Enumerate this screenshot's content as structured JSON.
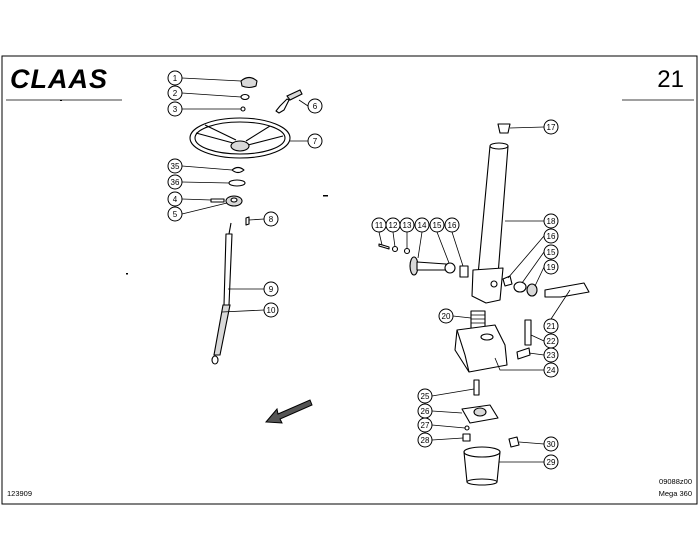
{
  "header": {
    "logo_text": "CLAAS",
    "page_number": "21"
  },
  "footer": {
    "left_code": "123909",
    "right_code": "09088z00",
    "model": "Mega 360"
  },
  "callouts": [
    {
      "num": "1"
    },
    {
      "num": "2"
    },
    {
      "num": "3"
    },
    {
      "num": "6"
    },
    {
      "num": "7"
    },
    {
      "num": "35"
    },
    {
      "num": "36"
    },
    {
      "num": "4"
    },
    {
      "num": "5"
    },
    {
      "num": "8"
    },
    {
      "num": "9"
    },
    {
      "num": "10"
    },
    {
      "num": "17"
    },
    {
      "num": "18"
    },
    {
      "num": "11"
    },
    {
      "num": "12"
    },
    {
      "num": "13"
    },
    {
      "num": "14"
    },
    {
      "num": "15"
    },
    {
      "num": "16"
    },
    {
      "num": "16"
    },
    {
      "num": "15"
    },
    {
      "num": "19"
    },
    {
      "num": "21"
    },
    {
      "num": "20"
    },
    {
      "num": "22"
    },
    {
      "num": "23"
    },
    {
      "num": "24"
    },
    {
      "num": "25"
    },
    {
      "num": "26"
    },
    {
      "num": "27"
    },
    {
      "num": "28"
    },
    {
      "num": "30"
    },
    {
      "num": "29"
    }
  ]
}
